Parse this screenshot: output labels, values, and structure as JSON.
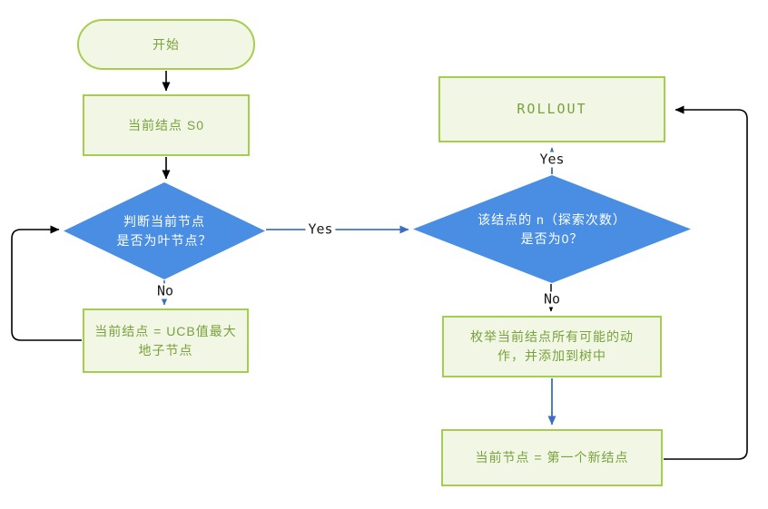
{
  "title": "MCTS flowchart",
  "colors": {
    "node_fill": "#f1f6e5",
    "node_border": "#a5ce4e",
    "node_text_green": "#7aa23c",
    "diamond_fill": "#4a8ee3",
    "diamond_text": "#ffffff",
    "connector_black": "#000000",
    "connector_blue": "#2a5ba8",
    "arrowhead_blue": "#3a6fc0"
  },
  "nodes": {
    "start": {
      "label": "开始"
    },
    "current_s0": {
      "label": "当前结点 S0"
    },
    "leaf_check": {
      "lines": [
        "判断当前节点",
        "是否为叶节点？"
      ]
    },
    "ucb_child": {
      "lines": [
        "当前结点 = UCB值最大",
        "地子节点"
      ]
    },
    "n_check": {
      "lines": [
        "该结点的 n（探索次数）",
        "是否为0？"
      ]
    },
    "rollout": {
      "label": "ROLLOUT"
    },
    "expand": {
      "lines": [
        "枚举当前结点所有可能的动",
        "作，并添加到树中"
      ]
    },
    "first_new": {
      "label": "当前节点 = 第一个新结点"
    }
  },
  "edge_labels": {
    "leaf_yes": "Yes",
    "leaf_no": "No",
    "n_yes": "Yes",
    "n_no": "No"
  }
}
